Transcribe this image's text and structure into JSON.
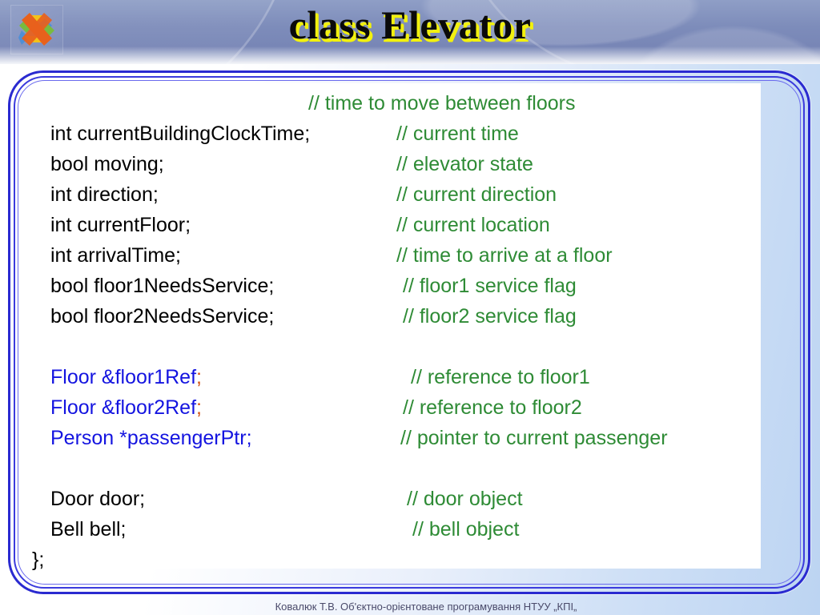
{
  "header": {
    "title": "class Elevator",
    "logo_icon": "ribbon-logo-icon"
  },
  "colors": {
    "header_blue": "#7d8cba",
    "title_black": "#0a0a0a",
    "title_shadow_yellow": "#f2f10e",
    "frame_blue": "#2a2ad0",
    "comment_green": "#2e8b35",
    "type_blue": "#1414e0",
    "semicolon_orange": "#d4500f",
    "code_black": "#000000",
    "sheet_white": "#ffffff"
  },
  "code": {
    "lines": [
      {
        "decl": "",
        "comment": "// time to move between floors",
        "indent": 340,
        "style": "plain"
      },
      {
        "decl": "int currentBuildingClockTime;",
        "comment": "// current time",
        "indent": 450,
        "style": "plain"
      },
      {
        "decl": "bool moving;",
        "comment": "// elevator state",
        "indent": 450,
        "style": "plain"
      },
      {
        "decl": "int direction;",
        "comment": "// current direction",
        "indent": 450,
        "style": "plain"
      },
      {
        "decl": "int currentFloor;",
        "comment": "// current location",
        "indent": 450,
        "style": "plain"
      },
      {
        "decl": "int arrivalTime;",
        "comment": "// time to arrive at a floor",
        "indent": 450,
        "style": "plain"
      },
      {
        "decl": "bool floor1NeedsService;",
        "comment": "// floor1 service flag",
        "indent": 458,
        "style": "plain"
      },
      {
        "decl": "bool floor2NeedsService;",
        "comment": "// floor2 service flag",
        "indent": 458,
        "style": "plain"
      },
      {
        "decl": "",
        "comment": "",
        "indent": 0,
        "style": "plain"
      },
      {
        "decl": "Floor &floor1Ref",
        "comment": "// reference to floor1",
        "indent": 468,
        "style": "blue-orange-semi"
      },
      {
        "decl": "Floor &floor2Ref",
        "comment": "// reference to floor2",
        "indent": 458,
        "style": "blue-orange-semi"
      },
      {
        "decl": "Person *passengerPtr;",
        "comment": "// pointer to current passenger",
        "indent": 455,
        "style": "blue"
      },
      {
        "decl": "",
        "comment": "",
        "indent": 0,
        "style": "plain"
      },
      {
        "decl": "Door door;",
        "comment": "// door object",
        "indent": 463,
        "style": "plain"
      },
      {
        "decl": "Bell bell;",
        "comment": "// bell object",
        "indent": 470,
        "style": "plain"
      },
      {
        "decl": "};",
        "comment": "",
        "indent": 0,
        "style": "close-brace"
      }
    ],
    "semicolon": ";"
  },
  "footer": {
    "text": "Ковалюк Т.В. Об'єктно-орієнтоване програмування НТУУ „КПІ„"
  }
}
